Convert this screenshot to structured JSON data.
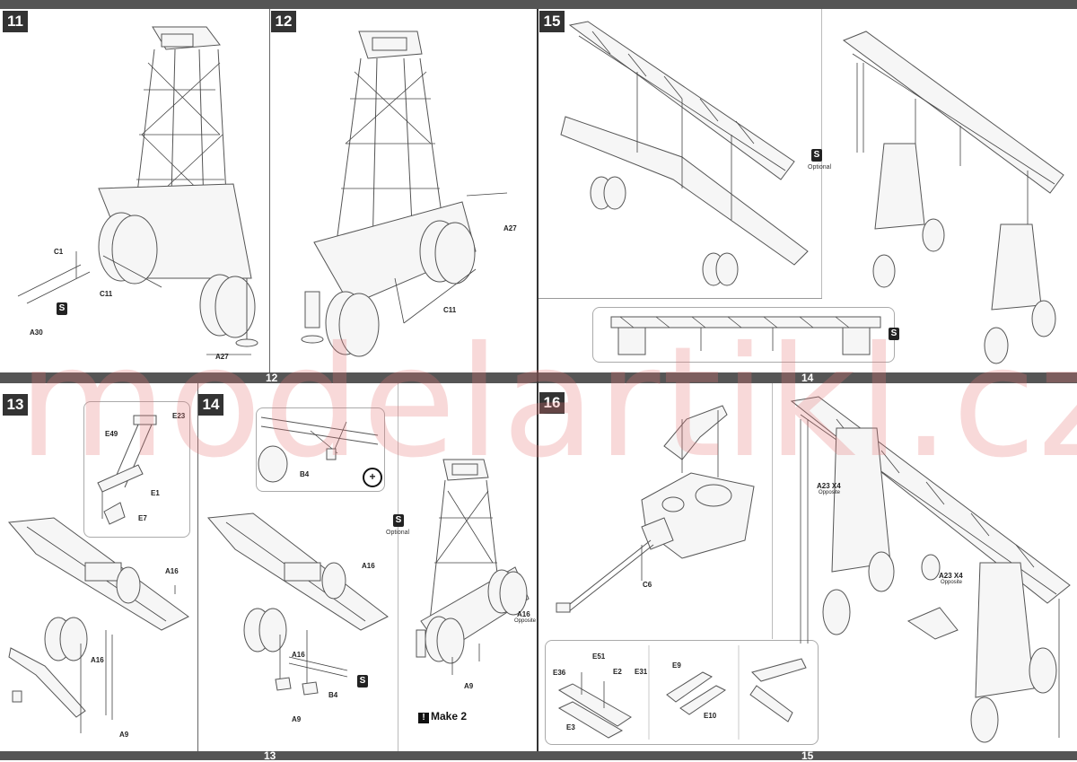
{
  "watermark": "modelartikl.cz",
  "page_numbers": {
    "p12": "12",
    "p13": "13",
    "p14": "14",
    "p15": "15"
  },
  "steps": {
    "s11": "11",
    "s12": "12",
    "s13": "13",
    "s14": "14",
    "s15": "15",
    "s16": "16"
  },
  "labels": {
    "c1": "C1",
    "c11a": "C11",
    "a30": "A30",
    "a27a": "A27",
    "a27b": "A27",
    "c11b": "C11",
    "e23": "E23",
    "e49": "E49",
    "e1": "E1",
    "e7": "E7",
    "a16a": "A16",
    "a16b": "A16",
    "a9a": "A9",
    "b4a": "B4",
    "a16c": "A16",
    "a16d": "A16",
    "b4b": "B4",
    "a9b": "A9",
    "a16e": "A16",
    "opposite1": "Opposite",
    "a9c": "A9",
    "a23a": "A23 X4",
    "opposite2": "Opposite",
    "a23b": "A23 X4",
    "opposite3": "Opposite",
    "c6": "C6",
    "e51": "E51",
    "e36": "E36",
    "e2": "E2",
    "e31": "E31",
    "e3": "E3",
    "e9": "E9",
    "e10": "E10"
  },
  "optional": {
    "badge": "S",
    "text": "Optional"
  },
  "make": {
    "icon": "!",
    "text": "Make 2"
  },
  "magnify": "+"
}
